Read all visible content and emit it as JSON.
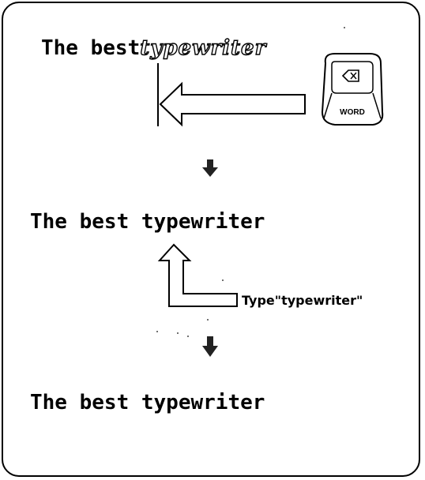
{
  "steps": {
    "step1_prefix": "The best",
    "step1_outlined": "typewriter",
    "step2_text": "The best typewriter",
    "step3_text": "The best typewriter"
  },
  "key": {
    "label": "WORD",
    "icon": "delete-backspace-icon"
  },
  "annotation": {
    "type_instruction": "Type\"typewriter\""
  }
}
